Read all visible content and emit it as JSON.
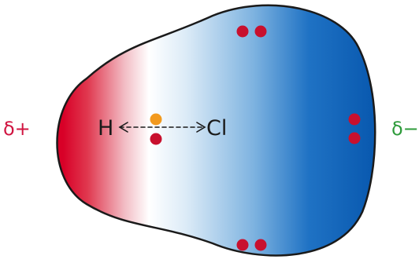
{
  "labels": {
    "delta_plus": "δ+",
    "delta_minus": "δ−",
    "hydrogen": "H",
    "chlorine": "Cl"
  },
  "colors": {
    "positive": "#d80027",
    "negative": "#0a64b8",
    "delta_plus_text": "#d01440",
    "delta_minus_text": "#2e9b3b",
    "shared_electron_h": "#f29a1e",
    "shared_electron_cl": "#c8102e",
    "lone_pair": "#c8102e",
    "outline": "#1a1a1a"
  },
  "icons": {
    "bond_arrow": "double-headed-dashed-arrow-icon"
  }
}
